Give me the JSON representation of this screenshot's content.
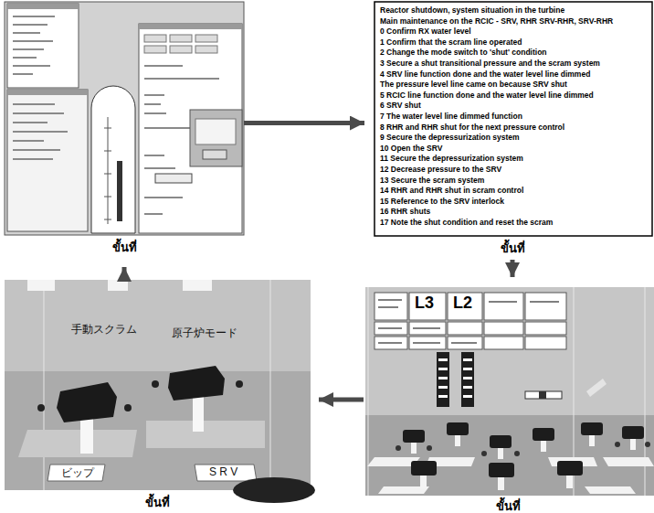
{
  "diagram": {
    "nodes": [
      {
        "text": [
          "ขั้นที่"
        ]
      },
      {
        "text": [
          "Reactor shutdown, system situation in the turbine",
          "Main maintenance on the RCIC - SRV, RHR SRV-RHR, SRV-RHR",
          "0 Confirm RX water level",
          "1 Confirm that the scram line operated",
          "2 Change the mode switch to 'shut' condition",
          "3 Secure a shut transitional pressure and the scram system",
          "4 SRV line function done and the water level line dimmed",
          "The pressure level line came on because SRV shut",
          "5 RCIC line function done and the water level line dimmed",
          "6 SRV shut",
          "7 The water level line dimmed function",
          "8 RHR and RHR shut for the next pressure control",
          "9 Secure the depressurization system",
          "10 Open the SRV",
          "11 Secure the depressurization system",
          "12 Decrease pressure to the SRV",
          "13 Secure the scram system",
          "14 RHR and RHR shut in scram control",
          "15 Reference to the SRV interlock",
          "16 RHR shuts",
          "17 Note the shut condition and reset the scram",
          "ขั้นที่"
        ]
      },
      {
        "text": [
          "手動スクラム",
          "原子炉モード",
          "ビップ",
          "S R V",
          "ขั้นที่"
        ]
      },
      {
        "text": [
          "L3",
          "L2",
          "ขั้นที่"
        ]
      }
    ],
    "edges": [
      {
        "from": 0,
        "to": 1,
        "arrow": "to"
      },
      {
        "from": 1,
        "to": 3,
        "arrow": "to"
      },
      {
        "from": 3,
        "to": 2,
        "arrow": "to"
      },
      {
        "from": 2,
        "to": 0,
        "arrow": "to"
      }
    ]
  }
}
